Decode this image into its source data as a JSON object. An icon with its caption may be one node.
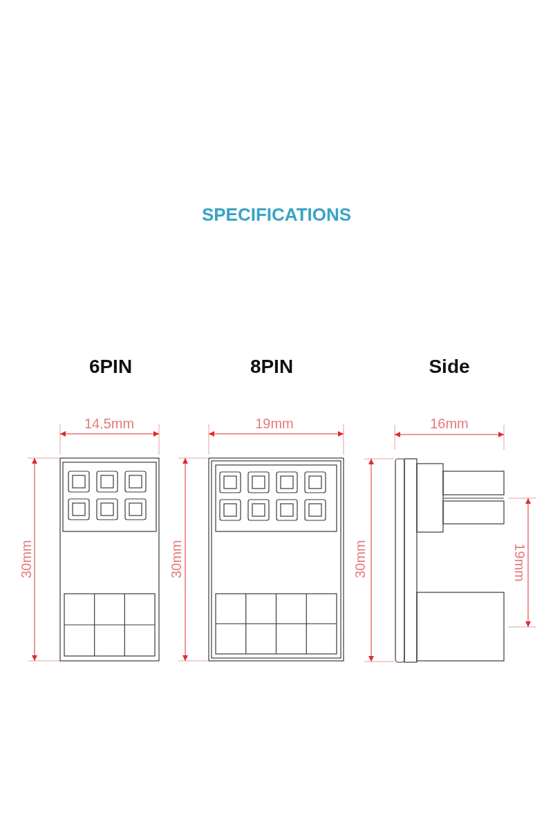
{
  "diagram": {
    "title": "SPECIFICATIONS",
    "labels": [
      "6PIN",
      "8PIN",
      "Side",
      "14.5mm",
      "30mm",
      "19mm",
      "30mm",
      "16mm",
      "30mm",
      "19mm"
    ]
  }
}
